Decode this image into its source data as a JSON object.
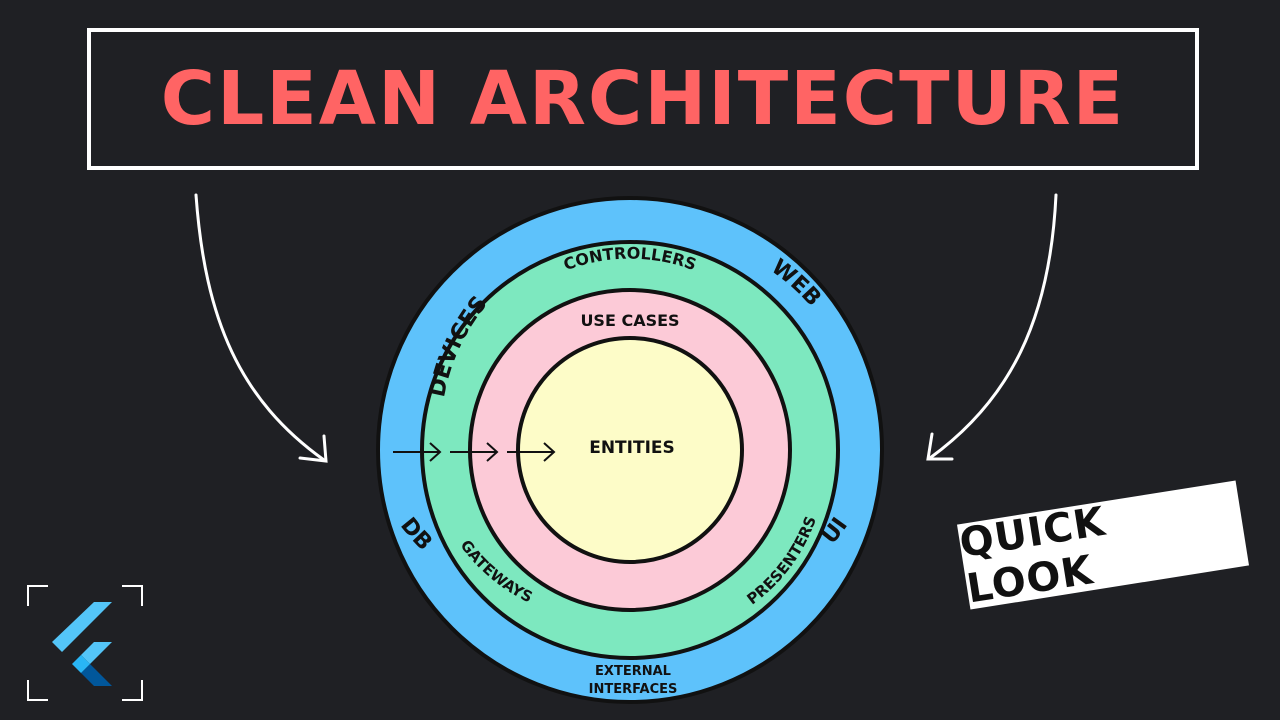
{
  "title": "CLEAN ARCHITECTURE",
  "badge": "QUICK LOOK",
  "diagram": {
    "outer_ring_labels": {
      "devices": "DEVICES",
      "web": "WEB",
      "db": "DB",
      "ui": "UI",
      "external_1": "EXTERNAL",
      "external_2": "INTERFACES"
    },
    "second_ring_labels": {
      "controllers": "CONTROLLERS",
      "gateways": "GATEWAYS",
      "presenters": "PRESENTERS"
    },
    "third_ring_label": "USE CASES",
    "core_label": "ENTITIES"
  },
  "colors": {
    "background": "#1f2024",
    "title": "#ff6464",
    "outer_ring": "#5ec2fb",
    "second_ring": "#7de8bf",
    "third_ring": "#fccad7",
    "core": "#fdfcc8",
    "logo_light": "#54c5f8",
    "logo_dark": "#01579b"
  },
  "icons": [
    "flutter-logo-icon",
    "curved-arrow-left-icon",
    "curved-arrow-right-icon",
    "dependency-arrow-icon"
  ]
}
